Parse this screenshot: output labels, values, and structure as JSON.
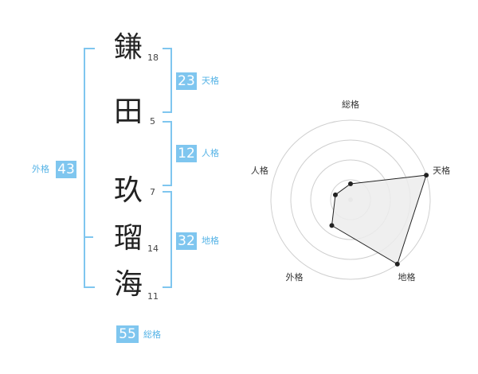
{
  "name": [
    {
      "char": "鎌",
      "strokes": "18"
    },
    {
      "char": "田",
      "strokes": "5"
    },
    {
      "char": "玖",
      "strokes": "7"
    },
    {
      "char": "瑠",
      "strokes": "14"
    },
    {
      "char": "海",
      "strokes": "11"
    }
  ],
  "fortunes": {
    "tenkaku": {
      "value": "23",
      "label": "天格"
    },
    "jinkaku": {
      "value": "12",
      "label": "人格"
    },
    "chikaku": {
      "value": "32",
      "label": "地格"
    },
    "gaikaku": {
      "value": "43",
      "label": "外格"
    },
    "soukaku": {
      "value": "55",
      "label": "総格"
    }
  },
  "accent_color": "#7fc6ef",
  "chart_data": {
    "type": "radar",
    "axes": [
      "総格",
      "天格",
      "地格",
      "外格",
      "人格"
    ],
    "values": [
      1,
      5,
      5,
      2,
      1
    ],
    "range": [
      0,
      5
    ],
    "rings": 4
  }
}
